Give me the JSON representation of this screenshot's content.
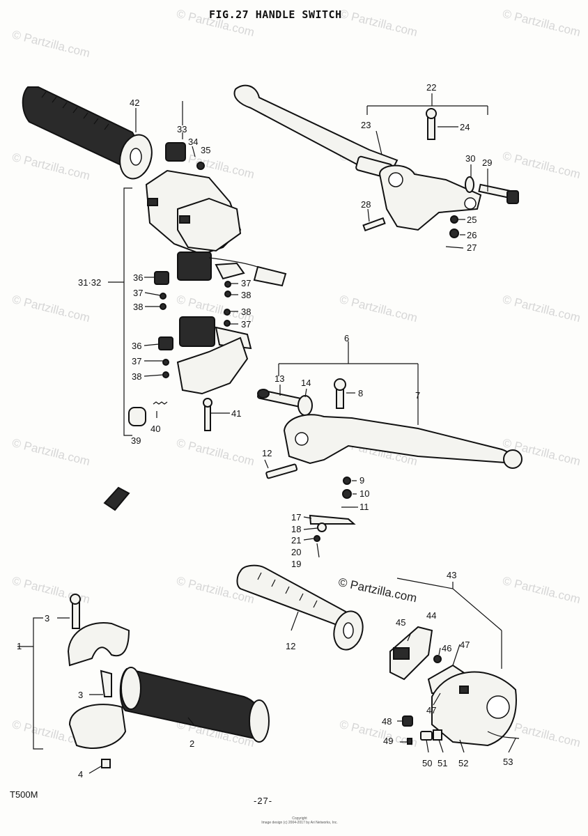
{
  "title": "FIG.27  HANDLE SWITCH",
  "model": "T500M",
  "page_number": "-27-",
  "copyright_lines": [
    "Copyright",
    "Image design (c) 2004-2017 by Ari Networks, Inc."
  ],
  "watermark": "© Partzilla.com",
  "watermark_large": "© Partzilla.com",
  "callouts": [
    "42",
    "33",
    "34",
    "35",
    "31·32",
    "36",
    "37",
    "38",
    "37",
    "38",
    "38",
    "37",
    "36",
    "37",
    "38",
    "41",
    "40",
    "39",
    "22",
    "23",
    "24",
    "30",
    "29",
    "28",
    "25",
    "26",
    "27",
    "6",
    "13",
    "14",
    "8",
    "7",
    "12",
    "9",
    "10",
    "11",
    "17",
    "18",
    "21",
    "20",
    "19",
    "1",
    "3",
    "3",
    "2",
    "4",
    "12",
    "43",
    "44",
    "45",
    "46",
    "47",
    "47",
    "48",
    "49",
    "50",
    "51",
    "52",
    "53"
  ]
}
